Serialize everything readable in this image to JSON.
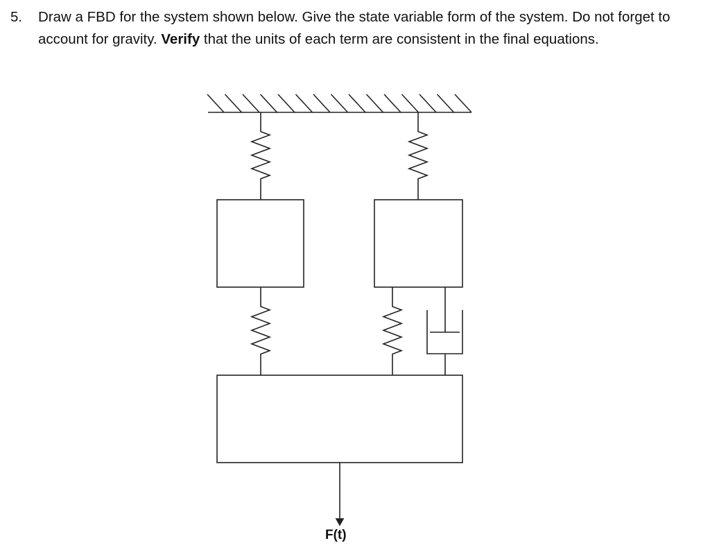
{
  "question": {
    "number": "5.",
    "text_before": "Draw a FBD for the system shown below. Give the state variable form of the system. Do not forget to account for gravity. ",
    "bold": "Verify",
    "text_after": " that the units of each term are consistent in the final equations."
  },
  "diagram": {
    "force_label": "F(t)"
  }
}
